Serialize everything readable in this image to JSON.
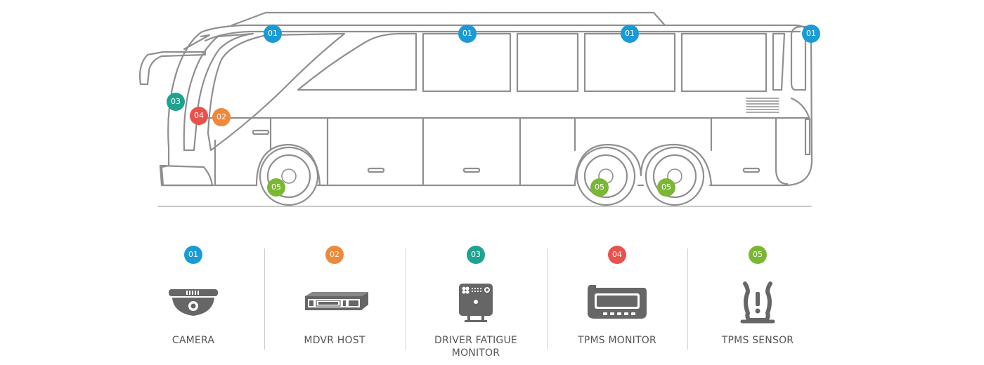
{
  "colors": {
    "camera": "#1a9ad6",
    "mdvr": "#f0883c",
    "fatigue": "#1ea38f",
    "tpms_monitor": "#e9514b",
    "tpms_sensor": "#7ab733",
    "outline": "#8f8f8f",
    "icon": "#666666"
  },
  "bus_markers": [
    {
      "id": "01",
      "color_key": "camera"
    },
    {
      "id": "01",
      "color_key": "camera"
    },
    {
      "id": "01",
      "color_key": "camera"
    },
    {
      "id": "01",
      "color_key": "camera"
    },
    {
      "id": "02",
      "color_key": "mdvr"
    },
    {
      "id": "03",
      "color_key": "fatigue"
    },
    {
      "id": "04",
      "color_key": "tpms_monitor"
    },
    {
      "id": "05",
      "color_key": "tpms_sensor"
    },
    {
      "id": "05",
      "color_key": "tpms_sensor"
    },
    {
      "id": "05",
      "color_key": "tpms_sensor"
    }
  ],
  "legend": [
    {
      "id": "01",
      "label": "CAMERA",
      "icon": "dome-camera-icon",
      "color_key": "camera"
    },
    {
      "id": "02",
      "label": "MDVR HOST",
      "icon": "mdvr-recorder-icon",
      "color_key": "mdvr"
    },
    {
      "id": "03",
      "label": "DRIVER FATIGUE\nMONITOR",
      "icon": "fatigue-monitor-icon",
      "color_key": "fatigue"
    },
    {
      "id": "04",
      "label": "TPMS MONITOR",
      "icon": "tpms-display-icon",
      "color_key": "tpms_monitor"
    },
    {
      "id": "05",
      "label": "TPMS SENSOR",
      "icon": "tire-pressure-icon",
      "color_key": "tpms_sensor"
    }
  ]
}
